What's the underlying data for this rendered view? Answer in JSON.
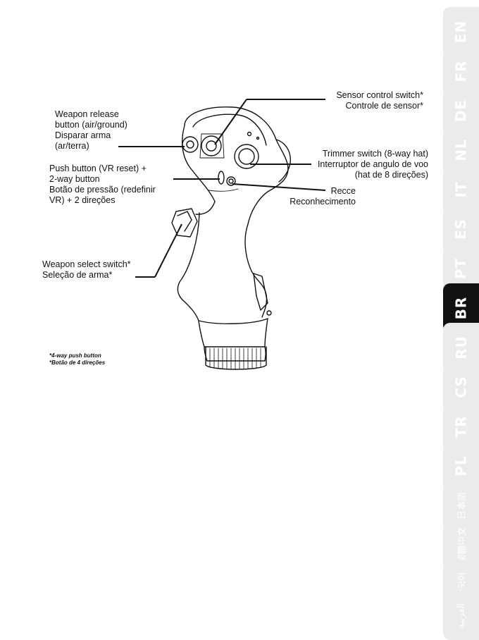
{
  "callouts": {
    "sensor": [
      "Sensor control switch*",
      "Controle de sensor*"
    ],
    "weapon_release": [
      "Weapon release",
      "button (air/ground)",
      "Disparar arma",
      "(ar/terra)"
    ],
    "trimmer": [
      "Trimmer switch (8-way hat)",
      "Interruptor de angulo de voo",
      "(hat de 8 direções)"
    ],
    "push_button": [
      "Push button (VR reset) +",
      "2-way button",
      "Botão de pressão (redefinir",
      "VR) + 2 direções"
    ],
    "recce": [
      "Recce",
      "Reconhecimento"
    ],
    "weapon_select": [
      "Weapon select switch*",
      "Seleção de arma*"
    ]
  },
  "footnote": [
    "*4-way push button",
    "*Botão de 4 direções"
  ],
  "language_tabs": [
    {
      "label": "EN",
      "active": false
    },
    {
      "label": "FR",
      "active": false
    },
    {
      "label": "DE",
      "active": false
    },
    {
      "label": "NL",
      "active": false
    },
    {
      "label": "IT",
      "active": false
    },
    {
      "label": "ES",
      "active": false
    },
    {
      "label": "PT",
      "active": false
    },
    {
      "label": "BR",
      "active": true
    },
    {
      "label": "RU",
      "active": false
    },
    {
      "label": "CS",
      "active": false
    },
    {
      "label": "TR",
      "active": false
    },
    {
      "label": "PL",
      "active": false
    },
    {
      "label": "日本語",
      "active": false
    },
    {
      "label": "繁體中文",
      "active": false
    },
    {
      "label": "한국어",
      "active": false
    },
    {
      "label": "العربية",
      "active": false
    }
  ],
  "colors": {
    "tab_inactive": "#ebebeb",
    "tab_active": "#111111",
    "tab_text": "#ffffff"
  }
}
